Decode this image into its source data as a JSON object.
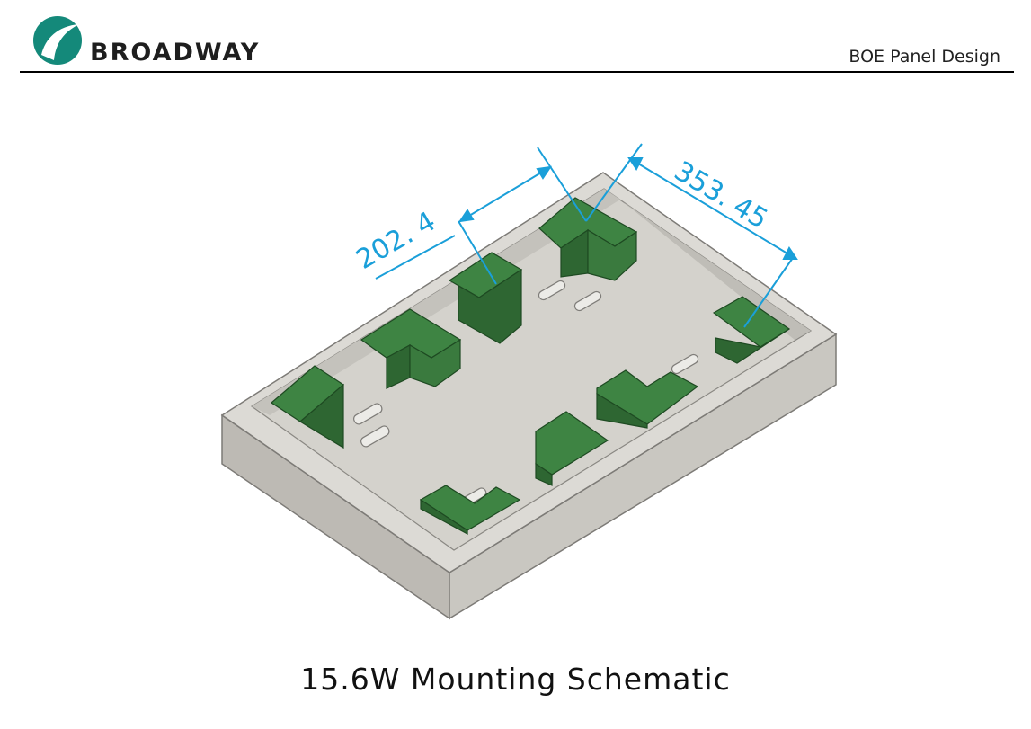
{
  "header": {
    "logo_text": "BROADWAY",
    "title": "BOE Panel Design"
  },
  "drawing": {
    "dimension_width": "202. 4",
    "dimension_length": "353. 45",
    "colors": {
      "tray": "#d4d2cc",
      "tray_side": "#b9b7b1",
      "block": "#3a7a3e",
      "block_dark": "#2b5f2f",
      "dimension": "#1a9fd9",
      "logo": "#14897a"
    }
  },
  "caption": "15.6W Mounting Schematic"
}
